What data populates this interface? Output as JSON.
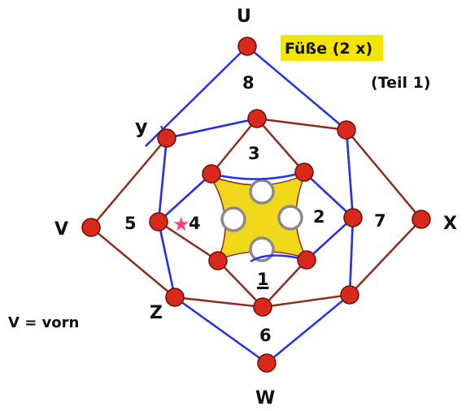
{
  "title": "Füße (2 x)",
  "subtitle": "(Teil 1)",
  "legend_note": "V = vorn",
  "colors": {
    "brown_line": "#8b2e1f",
    "blue_line": "#2233ee",
    "bead_fill": "#d8291a",
    "bead_edge": "#6a0f08",
    "center_fill": "#f2d81a",
    "ring": "#8a8a8a",
    "highlight_bg": "#f2e600",
    "star": "#ff3d8b"
  },
  "labels": {
    "u": "U",
    "w": "W",
    "v": "V",
    "x": "X",
    "y": "y",
    "z": "Z",
    "n1": "1",
    "n2": "2",
    "n3": "3",
    "n4": "4",
    "n5": "5",
    "n6": "6",
    "n7": "7",
    "n8": "8"
  },
  "marker": "★"
}
